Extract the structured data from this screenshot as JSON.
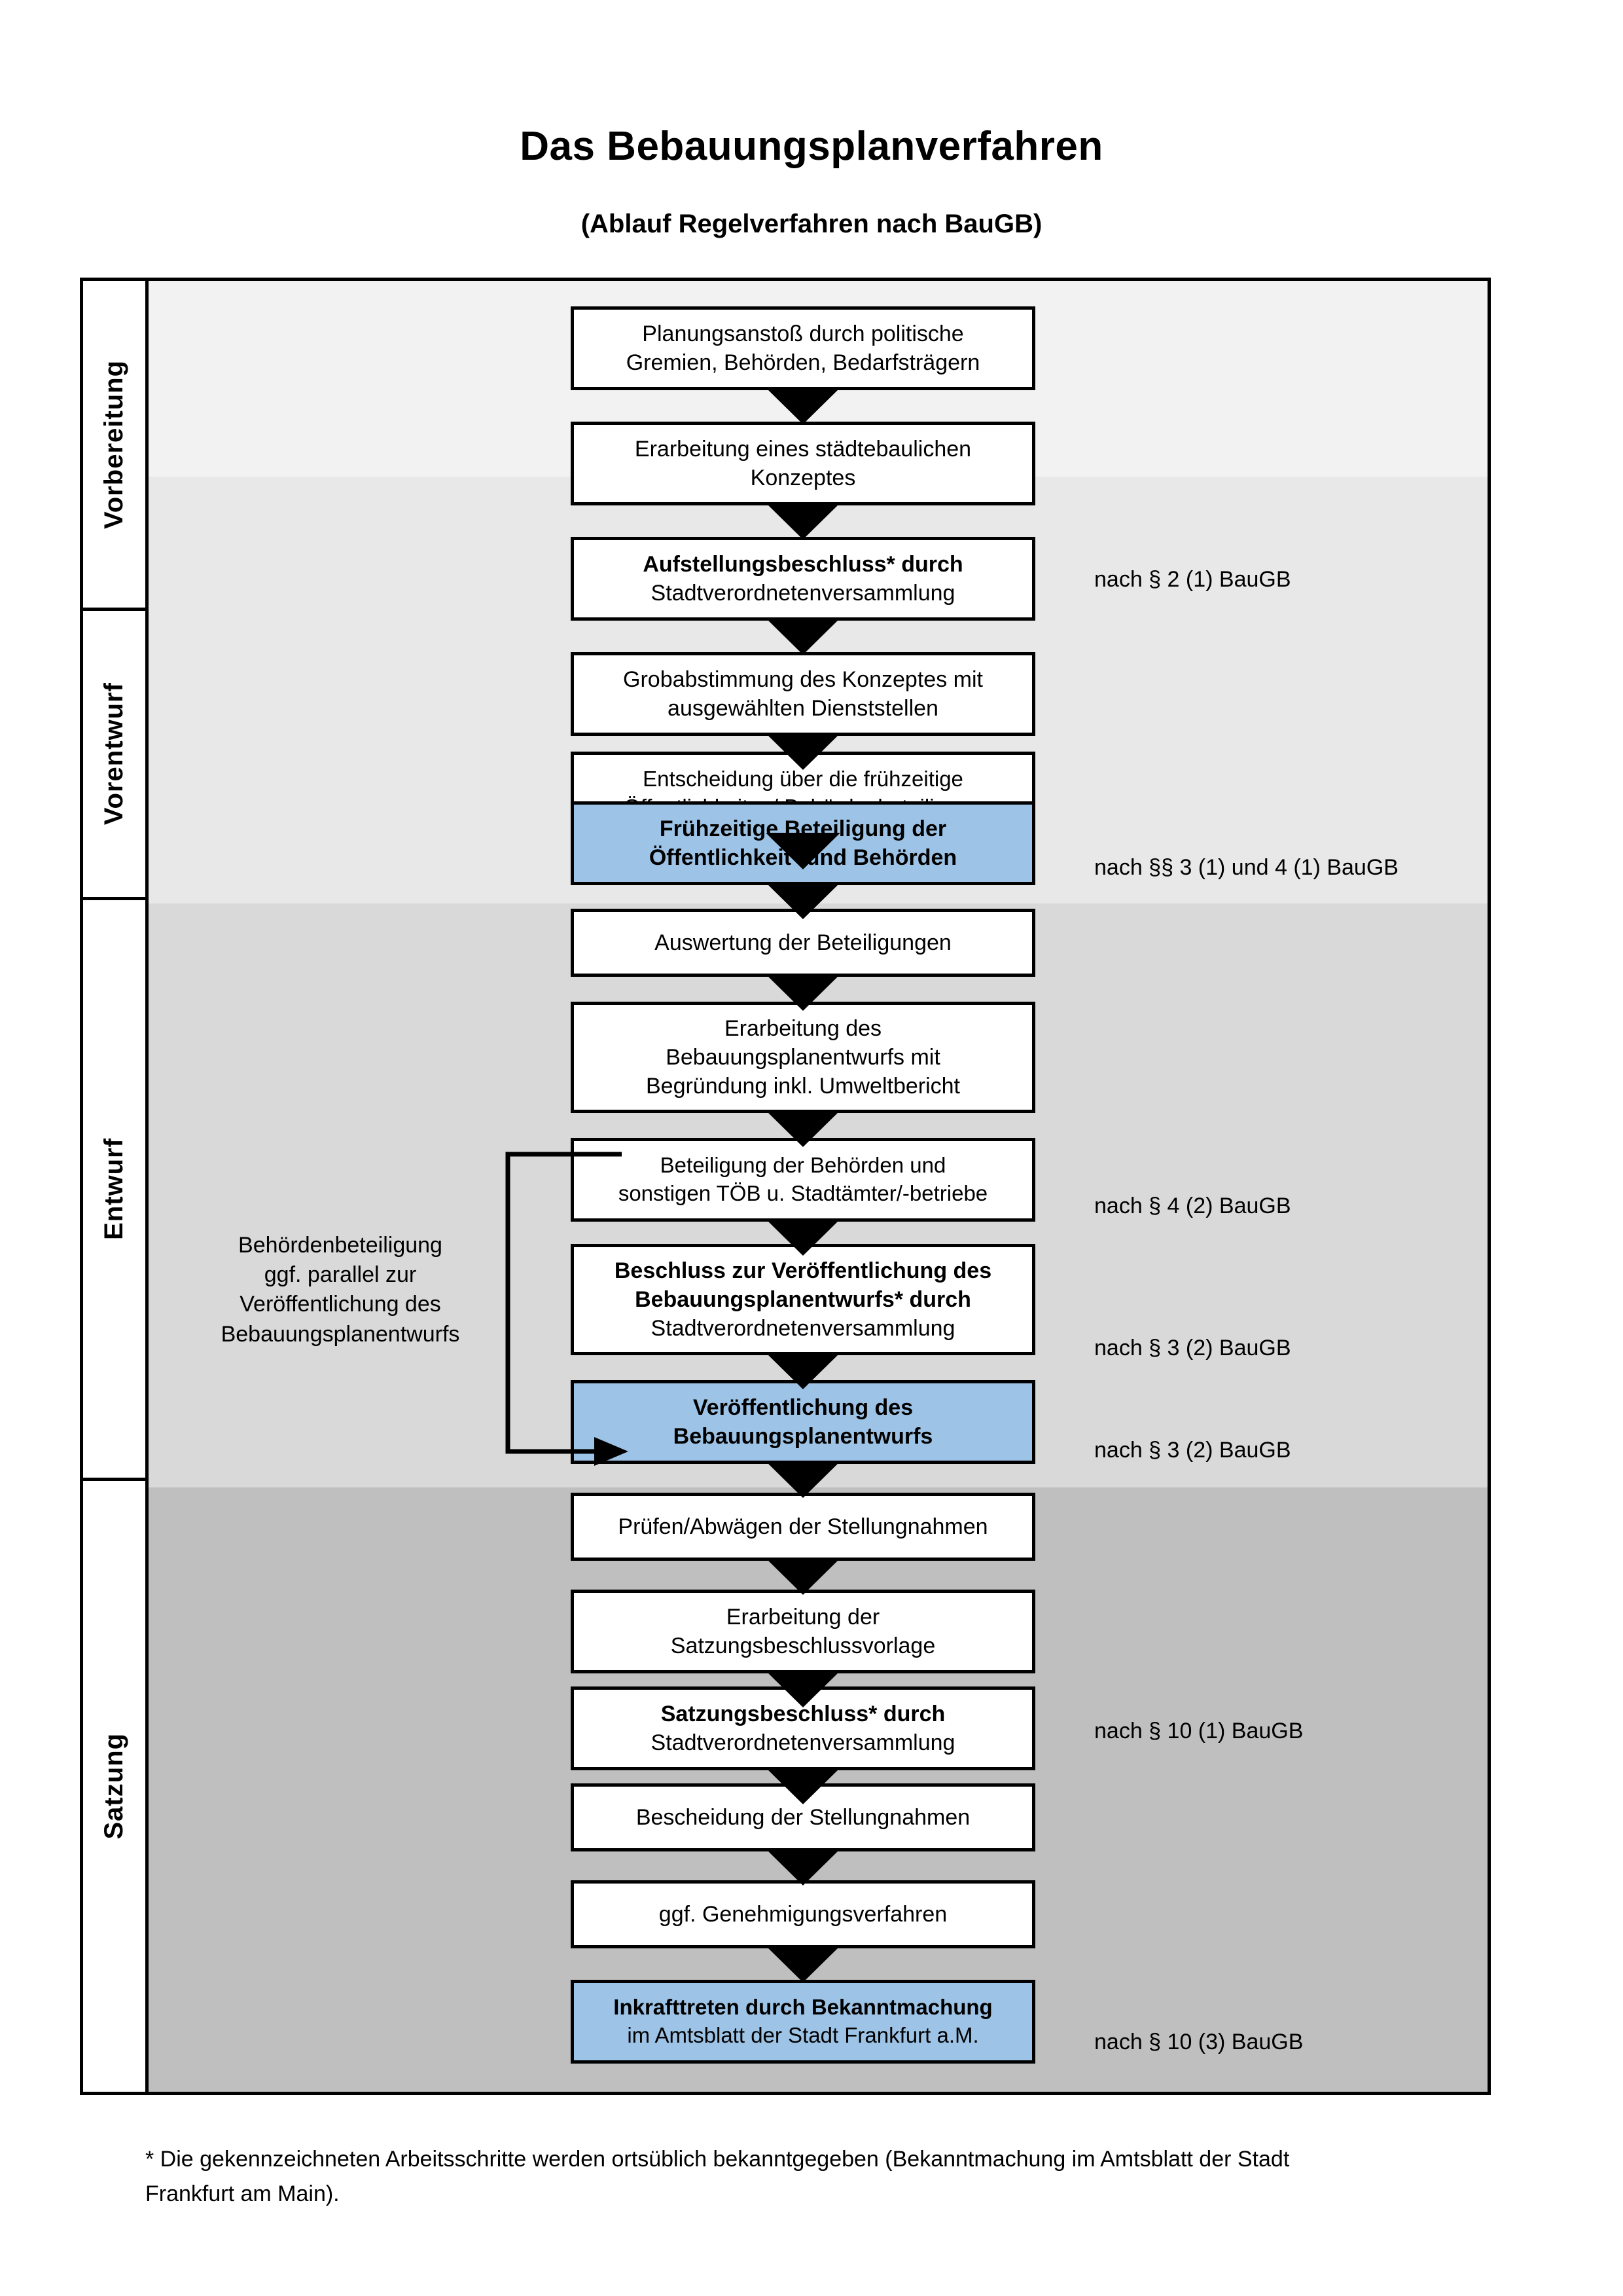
{
  "title": "Das Bebauungsplanverfahren",
  "subtitle": "(Ablauf Regelverfahren nach BauGB)",
  "colors": {
    "highlight": "#9dc3e6",
    "band_vorbereitung": "#f2f2f2",
    "band_vorentwurf": "#e8e8e8",
    "band_entwurf": "#d9d9d9",
    "band_satzung": "#bfbfbf",
    "outline": "#000000"
  },
  "phases": [
    {
      "id": "vorbereitung",
      "label": "Vorbereitung"
    },
    {
      "id": "vorentwurf",
      "label": "Vorentwurf"
    },
    {
      "id": "entwurf",
      "label": "Entwurf"
    },
    {
      "id": "satzung",
      "label": "Satzung"
    }
  ],
  "steps": [
    {
      "id": "s1",
      "phase": "vorbereitung",
      "highlight": false,
      "lines": [
        {
          "text": "Planungsanstoß durch politische",
          "bold": false
        },
        {
          "text": "Gremien, Behörden, Bedarfsträgern",
          "bold": false
        }
      ]
    },
    {
      "id": "s2",
      "phase": "vorbereitung",
      "highlight": false,
      "lines": [
        {
          "text": "Erarbeitung eines städtebaulichen",
          "bold": false
        },
        {
          "text": "Konzeptes",
          "bold": false
        }
      ]
    },
    {
      "id": "s3",
      "phase": "vorbereitung",
      "highlight": false,
      "lines": [
        {
          "text": "Aufstellungsbeschluss* durch",
          "bold": true
        },
        {
          "text": "Stadtverordnetenversammlung",
          "bold": false
        }
      ]
    },
    {
      "id": "s4",
      "phase": "vorentwurf",
      "highlight": false,
      "lines": [
        {
          "text": "Grobabstimmung des Konzeptes mit",
          "bold": false
        },
        {
          "text": "ausgewählten Dienststellen",
          "bold": false
        }
      ]
    },
    {
      "id": "s5",
      "phase": "vorentwurf",
      "highlight": false,
      "lines": [
        {
          "text": "Entscheidung über die frühzeitige",
          "bold": false
        },
        {
          "text": "Öffentlichkeits- / Behördenbeteiligung",
          "bold": false
        }
      ]
    },
    {
      "id": "s6",
      "phase": "vorentwurf",
      "highlight": true,
      "lines": [
        {
          "text": "Frühzeitige Beteiligung der",
          "bold": true
        },
        {
          "text": "Öffentlichkeit* und Behörden",
          "bold": true
        }
      ]
    },
    {
      "id": "s7",
      "phase": "entwurf",
      "highlight": false,
      "lines": [
        {
          "text": "Auswertung der Beteiligungen",
          "bold": false
        }
      ]
    },
    {
      "id": "s8",
      "phase": "entwurf",
      "highlight": false,
      "lines": [
        {
          "text": "Erarbeitung des",
          "bold": false
        },
        {
          "text": "Bebauungsplanentwurfs mit",
          "bold": false
        },
        {
          "text": "Begründung inkl. Umweltbericht",
          "bold": false
        }
      ]
    },
    {
      "id": "s9",
      "phase": "entwurf",
      "highlight": false,
      "lines": [
        {
          "text": "Beteiligung der Behörden und",
          "bold": false
        },
        {
          "text": "sonstigen TÖB u. Stadtämter/-betriebe",
          "bold": false
        }
      ]
    },
    {
      "id": "s10",
      "phase": "entwurf",
      "highlight": false,
      "lines": [
        {
          "text": "Beschluss zur Veröffentlichung des",
          "bold": true
        },
        {
          "text": "Bebauungsplanentwurfs* durch",
          "bold": true
        },
        {
          "text": "Stadtverordnetenversammlung",
          "bold": false
        }
      ]
    },
    {
      "id": "s11",
      "phase": "entwurf",
      "highlight": true,
      "lines": [
        {
          "text": "Veröffentlichung des",
          "bold": true
        },
        {
          "text": "Bebauungsplanentwurfs",
          "bold": true
        }
      ]
    },
    {
      "id": "s12",
      "phase": "satzung",
      "highlight": false,
      "lines": [
        {
          "text": "Prüfen/Abwägen der Stellungnahmen",
          "bold": false
        }
      ]
    },
    {
      "id": "s13",
      "phase": "satzung",
      "highlight": false,
      "lines": [
        {
          "text": "Erarbeitung der",
          "bold": false
        },
        {
          "text": "Satzungsbeschlussvorlage",
          "bold": false
        }
      ]
    },
    {
      "id": "s14",
      "phase": "satzung",
      "highlight": false,
      "lines": [
        {
          "text": "Satzungsbeschluss* durch",
          "bold": true
        },
        {
          "text": "Stadtverordnetenversammlung",
          "bold": false
        }
      ]
    },
    {
      "id": "s15",
      "phase": "satzung",
      "highlight": false,
      "lines": [
        {
          "text": "Bescheidung der Stellungnahmen",
          "bold": false
        }
      ]
    },
    {
      "id": "s16",
      "phase": "satzung",
      "highlight": false,
      "lines": [
        {
          "text": "ggf. Genehmigungsverfahren",
          "bold": false
        }
      ]
    },
    {
      "id": "s17",
      "phase": "satzung",
      "highlight": true,
      "lines": [
        {
          "text": "Inkrafttreten durch Bekanntmachung",
          "bold": true
        },
        {
          "text": "im Amtsblatt der Stadt Frankfurt a.M.",
          "bold": false
        }
      ]
    }
  ],
  "notes": [
    {
      "id": "n1",
      "text": "nach § 2 (1) BauGB"
    },
    {
      "id": "n2",
      "text": "nach §§ 3 (1) und 4 (1) BauGB"
    },
    {
      "id": "n3",
      "text": "nach § 4 (2) BauGB"
    },
    {
      "id": "n4",
      "text": "nach § 3 (2) BauGB"
    },
    {
      "id": "n5",
      "text": "nach § 3 (2) BauGB"
    },
    {
      "id": "n6",
      "text": "nach § 10 (1) BauGB"
    },
    {
      "id": "n7",
      "text": "nach § 10 (3) BauGB"
    }
  ],
  "side_note": {
    "lines": [
      "Behördenbeteiligung",
      "ggf. parallel zur",
      "Veröffentlichung des",
      "Bebauungsplanentwurfs"
    ]
  },
  "footnote": {
    "lines": [
      "* Die gekennzeichneten Arbeitsschritte werden ortsüblich bekanntgegeben (Bekanntmachung im Amtsblatt  der Stadt",
      "Frankfurt am Main)."
    ]
  }
}
